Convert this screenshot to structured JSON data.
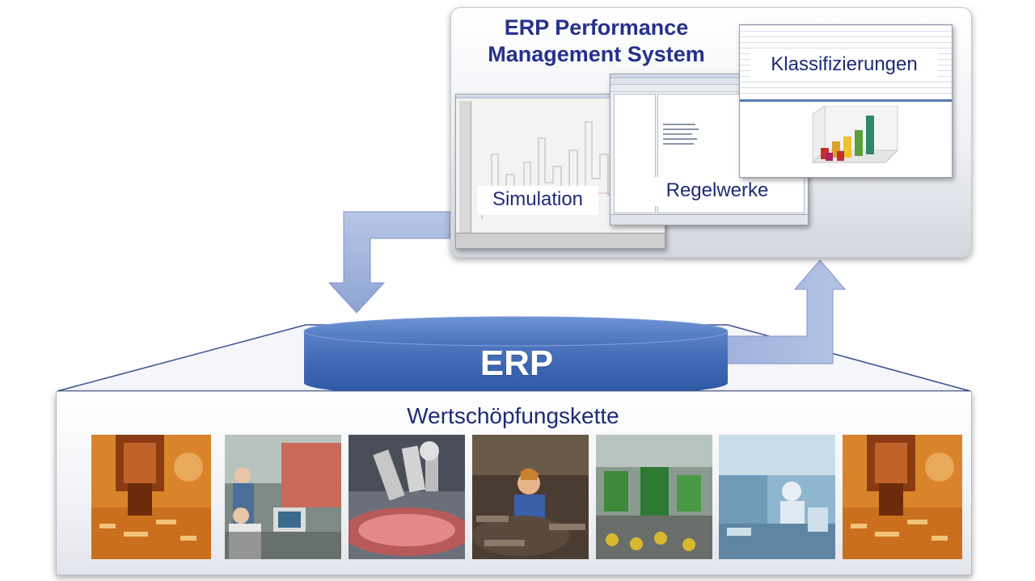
{
  "performance_system": {
    "title_line1": "ERP Performance",
    "title_line2": "Management System",
    "screens": {
      "simulation": "Simulation",
      "regelwerke": "Regelwerke",
      "klassifizierungen": "Klassifizierungen"
    }
  },
  "erp": {
    "label": "ERP"
  },
  "value_chain": {
    "title": "Wertschöpfungskette",
    "photos": [
      "electronics-manufacturing-photo",
      "control-room-photo",
      "microscope-wafer-photo",
      "assembly-worker-photo",
      "car-assembly-line-photo",
      "cleanroom-photo",
      "electronics-manufacturing-photo"
    ]
  },
  "colors": {
    "title_blue": "#27318a",
    "label_blue": "#1f2a75",
    "arrow_blue": "#9fb2dc",
    "cylinder_blue": "#4f75bd"
  }
}
